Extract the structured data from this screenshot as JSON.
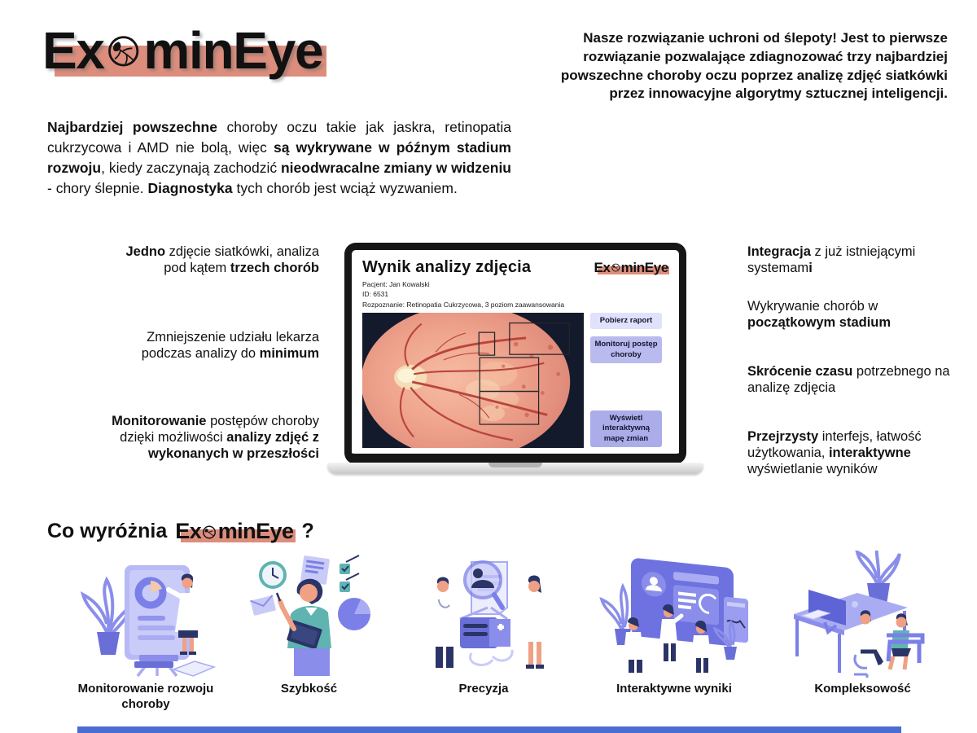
{
  "colors": {
    "accent_highlight": "#DC8D7C",
    "footer_bar": "#4A6CD3",
    "button_light": "#E0E1FA",
    "button_medium": "#B9BBEE",
    "button_dark": "#ABADEA",
    "retina_background": "#131A2B",
    "illustration_purple": "#7B7FE8"
  },
  "logo": {
    "pre": "Ex",
    "post": "minEye",
    "eye_icon": "retina-sketch-eye-icon"
  },
  "intro_right": {
    "text": "Nasze rozwiązanie uchroni od ślepoty! Jest to pierwsze rozwiązanie pozwalające zdiagnozować trzy najbardziej powszechne choroby oczu poprzez analizę zdjęć siatkówki przez innowacyjne algorytmy sztucznej inteligencji."
  },
  "intro_left": {
    "segments": [
      {
        "t": "Najbardziej powszechne",
        "b": true
      },
      {
        "t": " choroby oczu takie jak jaskra, retinopatia cukrzycowa i AMD nie bolą, więc ",
        "b": false
      },
      {
        "t": "są wykrywane w późnym stadium rozwoju",
        "b": true
      },
      {
        "t": ", kiedy zaczynają zachodzić ",
        "b": false
      },
      {
        "t": "nieodwracalne zmiany w widzeniu",
        "b": true
      },
      {
        "t": " - chory ślepnie. ",
        "b": false
      },
      {
        "t": "Diagnostyka",
        "b": true
      },
      {
        "t": " tych chorób jest wciąż wyzwaniem.",
        "b": false
      }
    ]
  },
  "left_features": [
    {
      "segments": [
        {
          "t": "Jedno",
          "b": true
        },
        {
          "t": " zdjęcie siatkówki, analiza pod kątem ",
          "b": false
        },
        {
          "t": "trzech chorób",
          "b": true
        }
      ]
    },
    {
      "segments": [
        {
          "t": "Zmniejszenie udziału lekarza podczas analizy do ",
          "b": false
        },
        {
          "t": "minimum",
          "b": true
        }
      ]
    },
    {
      "segments": [
        {
          "t": "Monitorowanie",
          "b": true
        },
        {
          "t": " postępów choroby dzięki możliwości ",
          "b": false
        },
        {
          "t": "analizy zdjęć z wykonanych w przeszłości",
          "b": true
        }
      ]
    }
  ],
  "right_features": [
    {
      "segments": [
        {
          "t": "Integracja",
          "b": true
        },
        {
          "t": " z już istniejącymi systemam",
          "b": false
        },
        {
          "t": "i",
          "b": true
        }
      ]
    },
    {
      "segments": [
        {
          "t": "Wykrywanie chorób w ",
          "b": false
        },
        {
          "t": "początkowym stadium",
          "b": true
        }
      ]
    },
    {
      "segments": [
        {
          "t": "Skrócenie czasu",
          "b": true
        },
        {
          "t": " potrzebnego na analizę zdjęcia",
          "b": false
        }
      ]
    },
    {
      "segments": [
        {
          "t": "Przejrzysty",
          "b": true
        },
        {
          "t": " interfejs, łatwość użytkowania, ",
          "b": false
        },
        {
          "t": "interaktywne",
          "b": true
        },
        {
          "t": " wyświetlanie wyników",
          "b": false
        }
      ]
    }
  ],
  "laptop": {
    "screen": {
      "title": "Wynik analizy zdjęcia",
      "patient": "Pacjent: Jan Kowalski",
      "patient_id": "ID: 6531",
      "diagnosis": "Rozpoznanie: Retinopatia Cukrzycowa, 3 poziom zaawansowania",
      "image_name": "retina-fundus-photo-with-lesion-annotations",
      "buttons": [
        {
          "label": "Pobierz raport"
        },
        {
          "label": "Monitoruj postęp choroby"
        },
        {
          "label": "Wyświetl interaktywną mapę zmian"
        }
      ]
    }
  },
  "section_heading": {
    "prefix": "Co wyróżnia",
    "suffix": "?"
  },
  "bottom_features": [
    {
      "caption": "Monitorowanie rozwoju choroby",
      "icon": "presentation-board-illustration"
    },
    {
      "caption": "Szybkość",
      "icon": "multitasking-man-illustration"
    },
    {
      "caption": "Precyzja",
      "icon": "doctors-examining-record-illustration"
    },
    {
      "caption": "Interaktywne wyniki",
      "icon": "dashboard-team-illustration"
    },
    {
      "caption": "Kompleksowość",
      "icon": "doctor-patient-desk-illustration"
    }
  ]
}
